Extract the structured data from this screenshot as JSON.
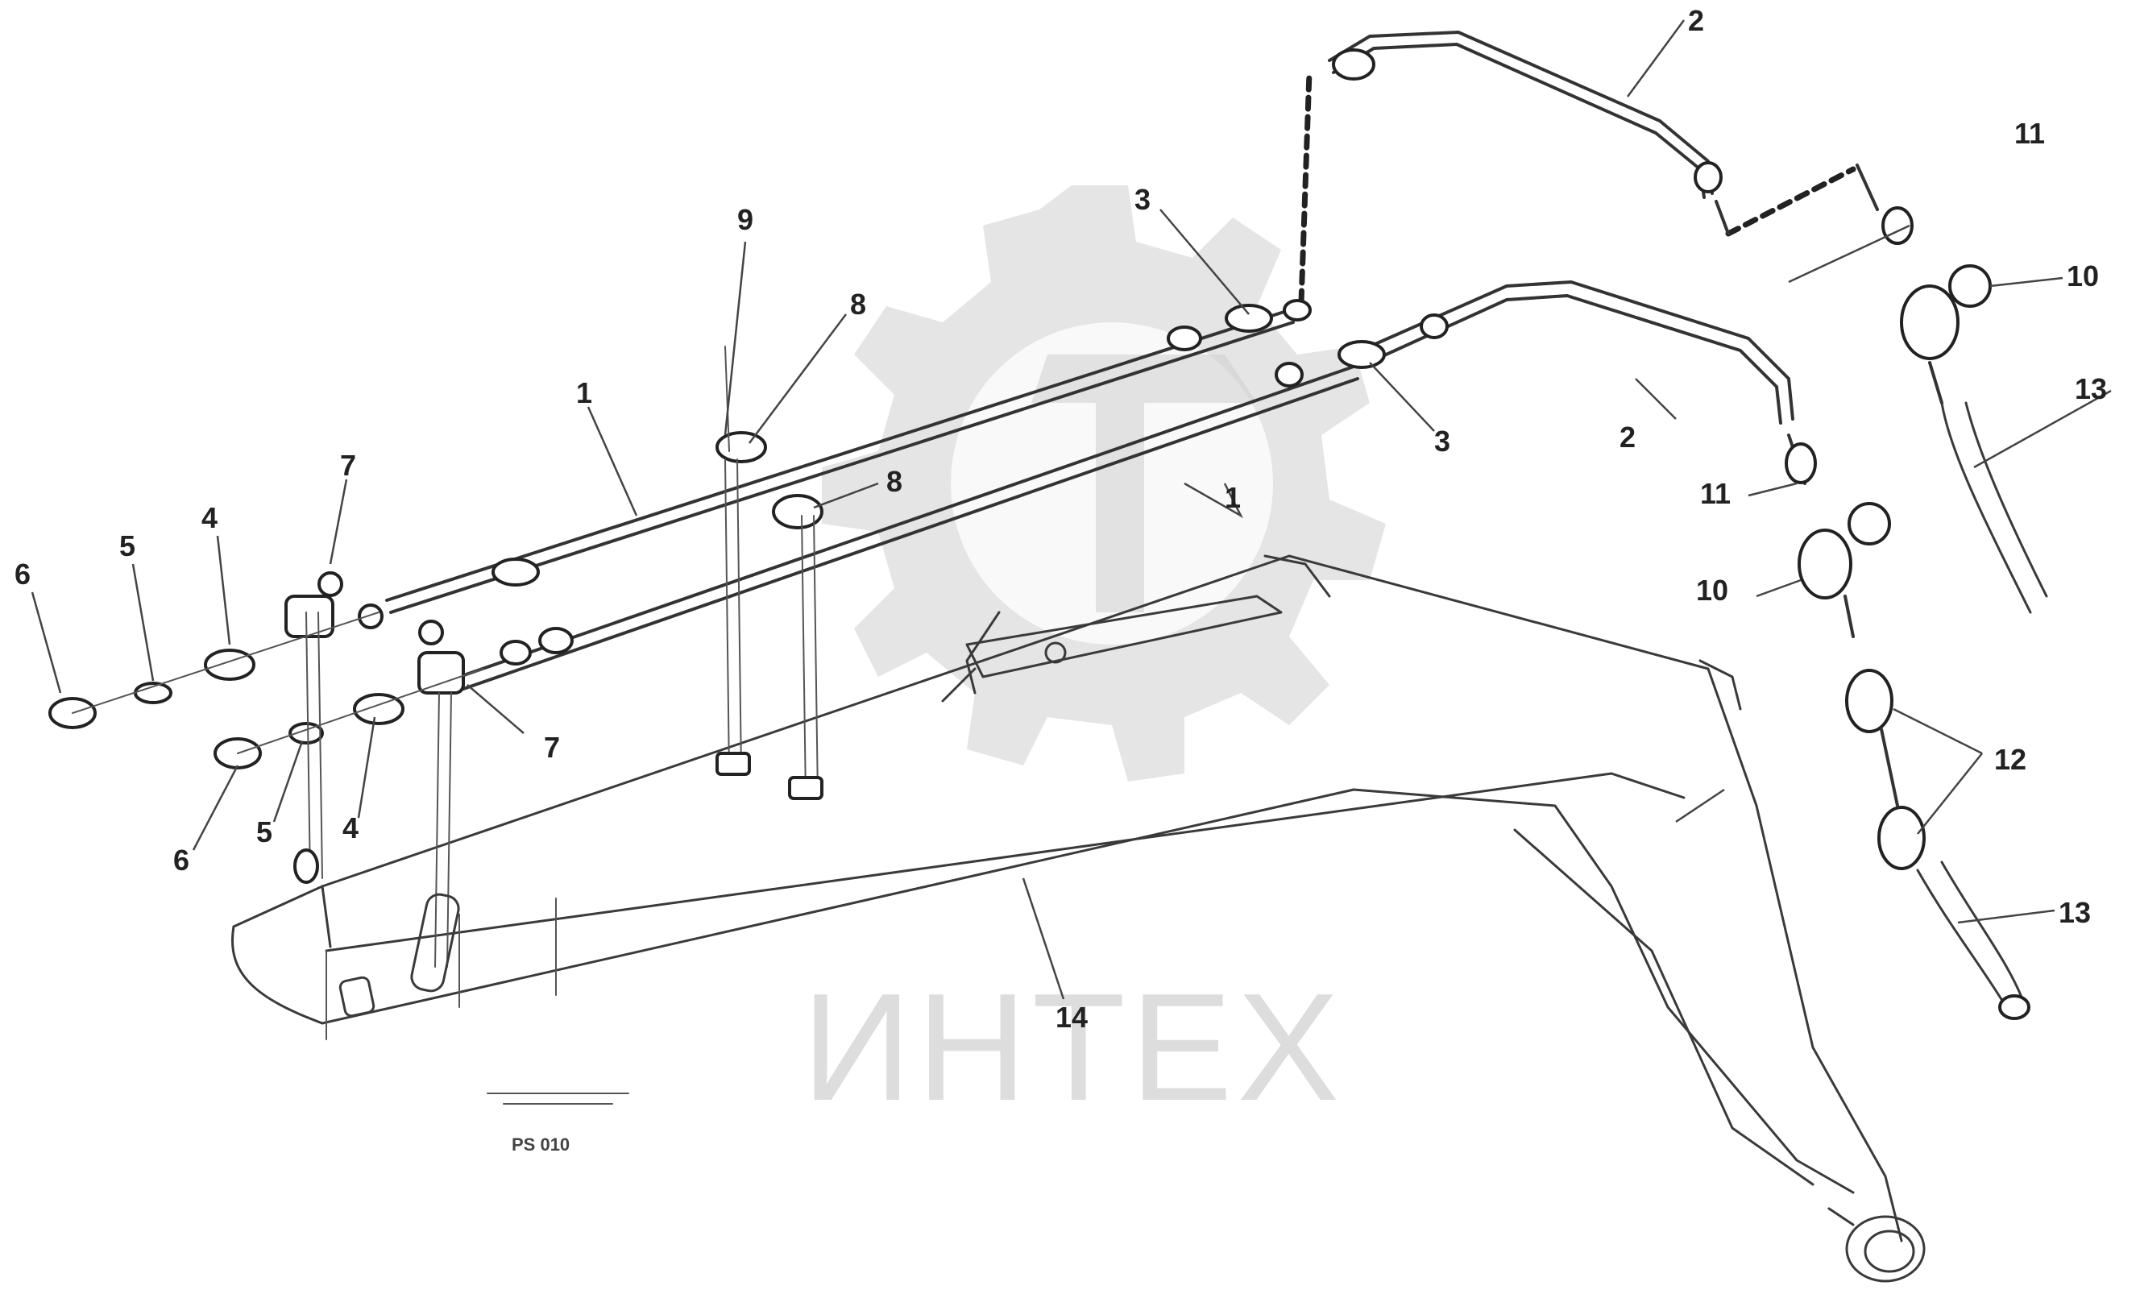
{
  "watermark": {
    "text": "ИНТЕХ"
  },
  "figure_ref": "PS 010",
  "callouts": [
    {
      "id": "c1a",
      "label": "1"
    },
    {
      "id": "c1b",
      "label": "1"
    },
    {
      "id": "c2a",
      "label": "2"
    },
    {
      "id": "c2b",
      "label": "2"
    },
    {
      "id": "c3a",
      "label": "3"
    },
    {
      "id": "c3b",
      "label": "3"
    },
    {
      "id": "c4a",
      "label": "4"
    },
    {
      "id": "c4b",
      "label": "4"
    },
    {
      "id": "c5a",
      "label": "5"
    },
    {
      "id": "c5b",
      "label": "5"
    },
    {
      "id": "c6a",
      "label": "6"
    },
    {
      "id": "c6b",
      "label": "6"
    },
    {
      "id": "c7a",
      "label": "7"
    },
    {
      "id": "c7b",
      "label": "7"
    },
    {
      "id": "c8a",
      "label": "8"
    },
    {
      "id": "c8b",
      "label": "8"
    },
    {
      "id": "c9",
      "label": "9"
    },
    {
      "id": "c10a",
      "label": "10"
    },
    {
      "id": "c10b",
      "label": "10"
    },
    {
      "id": "c11a",
      "label": "11"
    },
    {
      "id": "c11b",
      "label": "11"
    },
    {
      "id": "c12",
      "label": "12"
    },
    {
      "id": "c13a",
      "label": "13"
    },
    {
      "id": "c13b",
      "label": "13"
    },
    {
      "id": "c14",
      "label": "14"
    }
  ]
}
